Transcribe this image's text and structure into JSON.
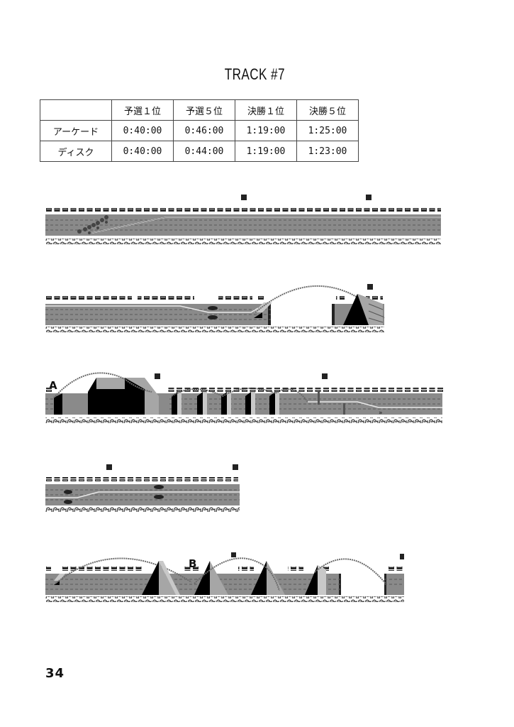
{
  "page": {
    "title": "TRACK #7",
    "page_number": "34"
  },
  "times_table": {
    "columns": [
      "",
      "予選１位",
      "予選５位",
      "決勝１位",
      "決勝５位"
    ],
    "rows": [
      {
        "label": "アーケード",
        "values": [
          "0:40:00",
          "0:46:00",
          "1:19:00",
          "1:25:00"
        ]
      },
      {
        "label": "ディスク",
        "values": [
          "0:40:00",
          "0:44:00",
          "1:19:00",
          "1:23:00"
        ]
      }
    ]
  },
  "track_map": {
    "colors": {
      "road": "#8a8a8a",
      "road_dash": "#5a5a5a",
      "ramp_dark": "#000000",
      "ramp_light": "#c8c8c8",
      "ramp_mid": "#a6a6a6",
      "jump_arc": "#6a6a6a",
      "spectators": "#333333"
    },
    "segments": [
      {
        "id": 1,
        "label": "",
        "features": [
          "starting-grid",
          "lane-change"
        ]
      },
      {
        "id": 2,
        "label": "",
        "features": [
          "mud-patch",
          "ramp-jump",
          "gap",
          "ramp"
        ]
      },
      {
        "id": 3,
        "label": "A",
        "features": [
          "big-ramp",
          "jump-series",
          "barriers",
          "arrow-marker"
        ]
      },
      {
        "id": 4,
        "label": "",
        "features": [
          "mud-patch",
          "lane-change"
        ]
      },
      {
        "id": 5,
        "label": "B",
        "features": [
          "ramp-jump",
          "ramps",
          "gap",
          "finish"
        ]
      }
    ]
  }
}
